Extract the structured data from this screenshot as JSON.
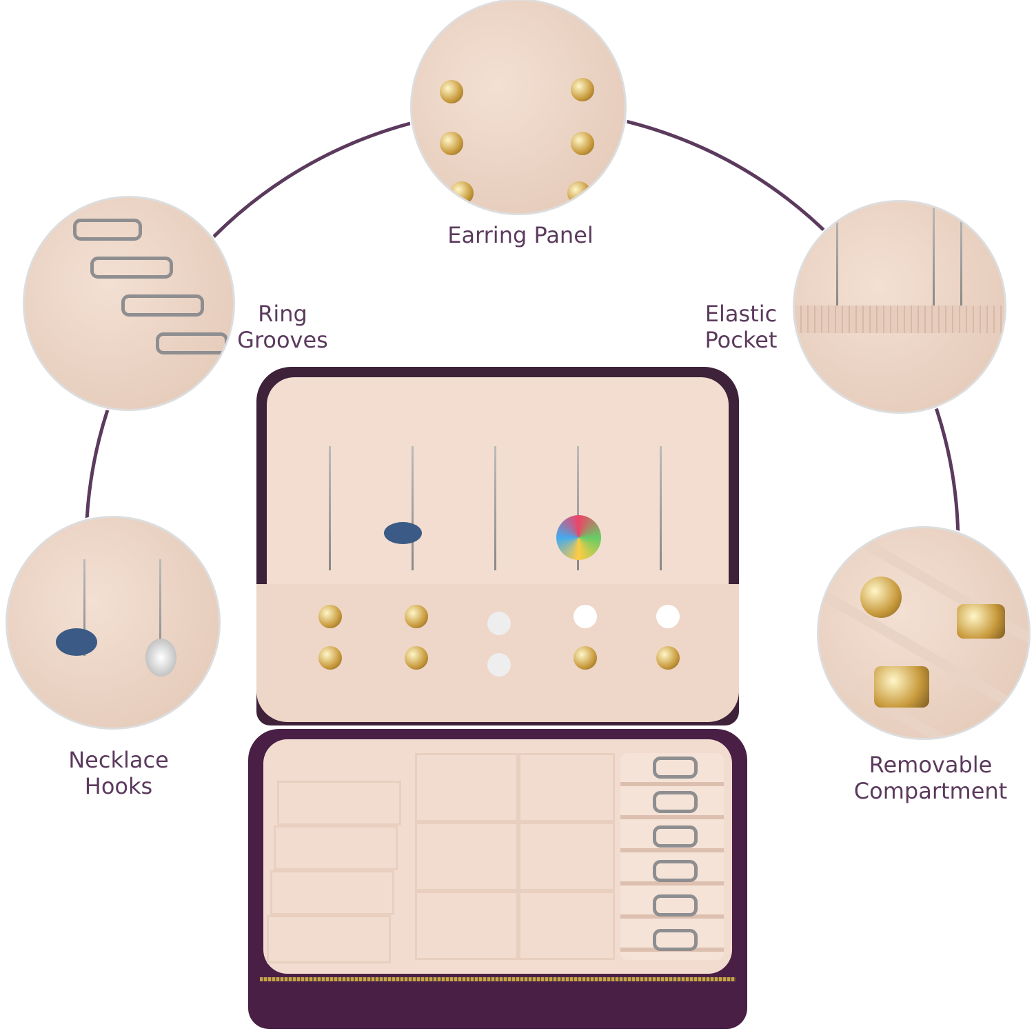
{
  "colors": {
    "accent": "#5b3a5d",
    "velvet": "#4a1f45",
    "lining": "#f0dace"
  },
  "features": [
    {
      "label": "Earring Panel"
    },
    {
      "label_lines": [
        "Ring",
        "Grooves"
      ]
    },
    {
      "label_lines": [
        "Elastic",
        "Pocket"
      ]
    },
    {
      "label_lines": [
        "Necklace",
        "Hooks"
      ]
    },
    {
      "label_lines": [
        "Removable",
        "Compartment"
      ]
    }
  ]
}
